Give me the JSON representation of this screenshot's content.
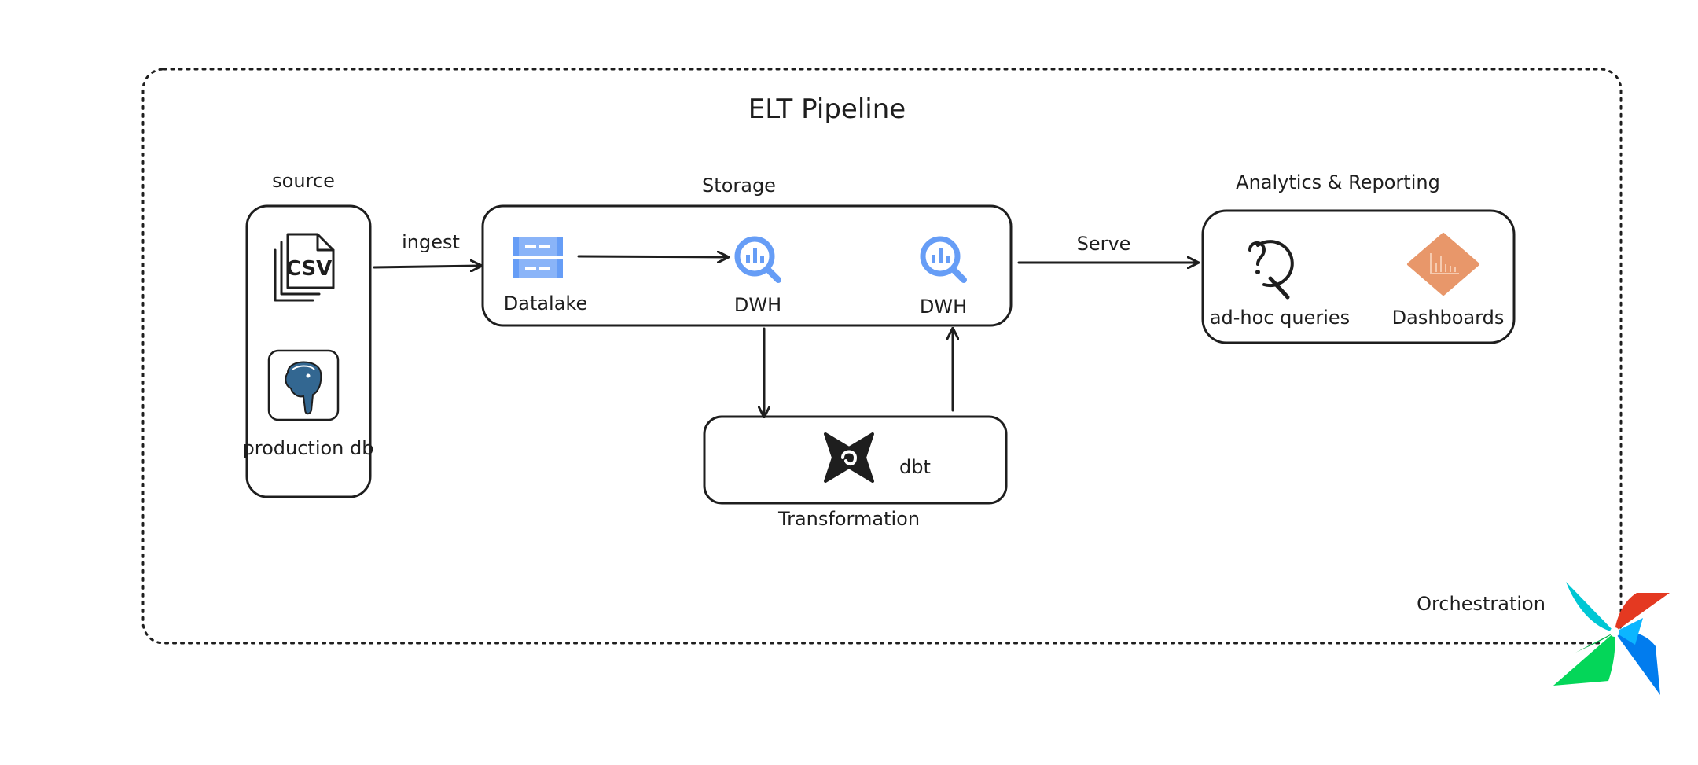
{
  "diagram": {
    "title": "ELT Pipeline",
    "groups": {
      "source": "source",
      "storage": "Storage",
      "analytics": "Analytics & Reporting",
      "transformation": "Transformation",
      "orchestration": "Orchestration"
    },
    "nodes": {
      "csv_icon_text": "CSV",
      "production_db": "production db",
      "datalake": "Datalake",
      "dwh_1": "DWH",
      "dwh_2": "DWH",
      "dbt": "dbt",
      "adhoc": "ad-hoc queries",
      "dashboards": "Dashboards"
    },
    "edges": {
      "ingest": "ingest",
      "serve": "Serve"
    },
    "colors": {
      "stroke": "#1e1e1e",
      "gcs_blue": "#8ab4f8",
      "bigquery_blue": "#669df6",
      "dashboard_orange": "#e8976a",
      "postgres_blue": "#336791"
    }
  }
}
